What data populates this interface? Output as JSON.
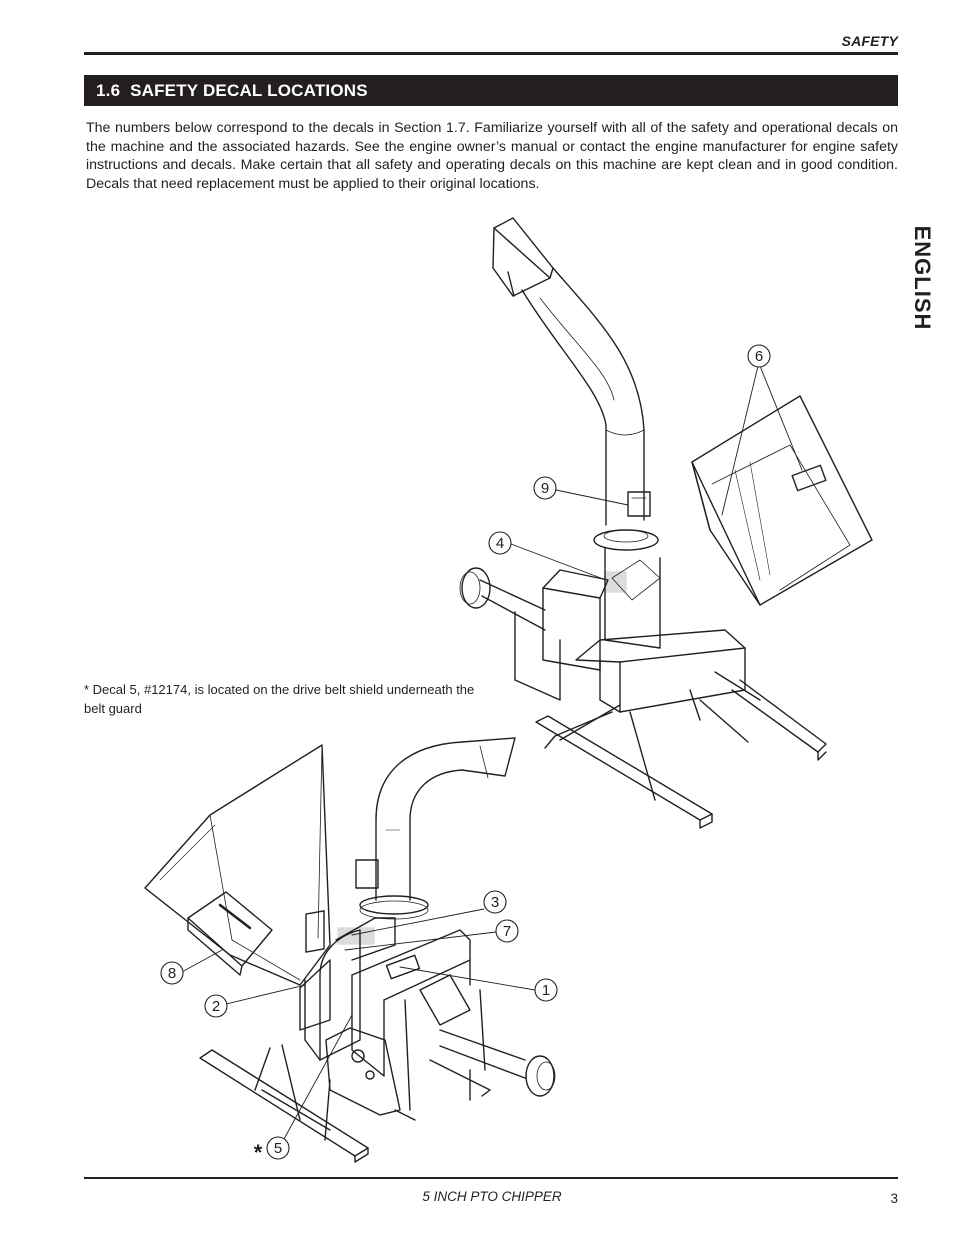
{
  "header": {
    "section_label": "SAFETY"
  },
  "section": {
    "title": "1.6  SAFETY DECAL LOCATIONS"
  },
  "intro_text": "The numbers below correspond to the decals in Section 1.7.  Familiarize yourself with all of the safety and operational decals on the machine and the associated hazards.  See the engine owner’s manual or contact the engine manufacturer for engine safety instructions and decals.  Make certain that all safety and operating decals on this machine are kept clean and in good condition. Decals that need replacement must be applied to their original locations.",
  "side_tab": "ENGLISH",
  "note": "* Decal 5, #12174, is located on the drive belt shield underneath the belt guard",
  "callouts": {
    "top": [
      "6",
      "9",
      "4"
    ],
    "bottom": [
      "3",
      "7",
      "1",
      "8",
      "2",
      "5"
    ],
    "asterisk": "*"
  },
  "footer": {
    "title": "5 INCH PTO CHIPPER",
    "page": "3"
  }
}
